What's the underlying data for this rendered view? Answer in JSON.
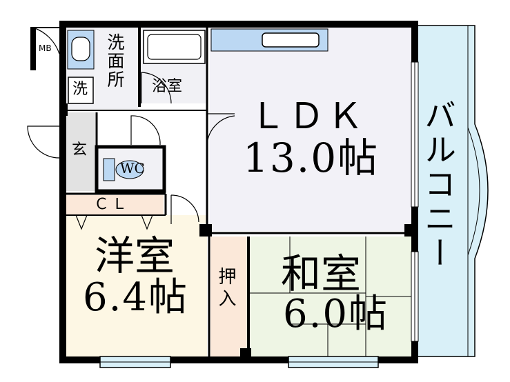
{
  "rooms": {
    "ldk": {
      "name": "ＬＤＫ",
      "size": "13.0帖"
    },
    "western": {
      "name": "洋室",
      "size": "6.4帖"
    },
    "japanese": {
      "name": "和室",
      "size": "6.0帖"
    },
    "balcony": {
      "name": "バルコニー"
    },
    "closet": {
      "name": "ＣＬ"
    },
    "oshiire": {
      "name": "押入"
    },
    "entrance": {
      "name": "玄"
    },
    "toilet": {
      "name": "WC"
    },
    "bath": {
      "name": "浴室"
    },
    "washroom": {
      "name": "洗面所"
    },
    "washer": {
      "name": "洗"
    },
    "meter_box": {
      "name": "MB"
    }
  },
  "colors": {
    "ldk": "#f2f1f7",
    "western": "#fdf7e4",
    "japanese": "#eef5e4",
    "balcony": "#d9f0f8",
    "closet": "#fbe8d9",
    "oshiire": "#fbe8d9",
    "entrance": "#e2e2e2",
    "wet_area": "#f1f1f5",
    "fixture_blue": "#bcd8f3",
    "wall": "#000000"
  }
}
